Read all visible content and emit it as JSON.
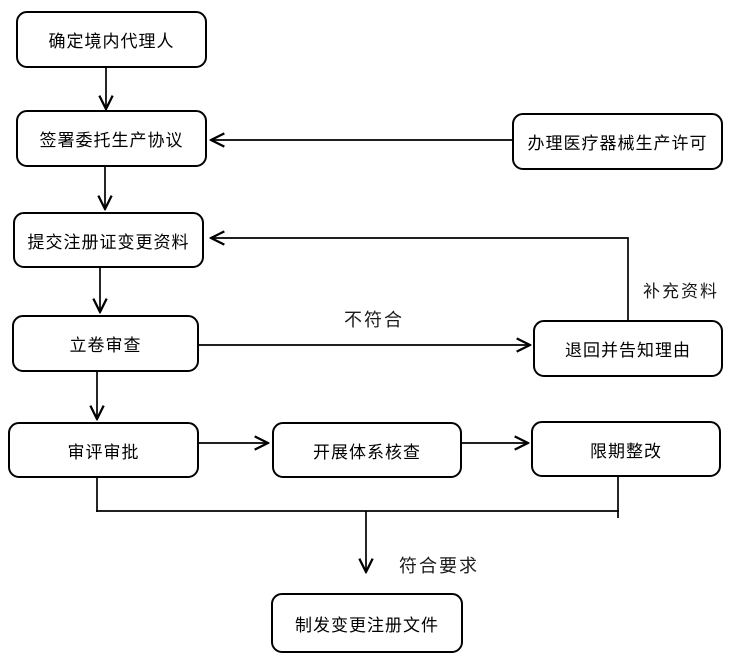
{
  "diagram": {
    "type": "flowchart",
    "background_color": "#ffffff",
    "line_color": "#000000",
    "box_border_color": "#000000",
    "box_fill_color": "#ffffff",
    "nodes": [
      {
        "id": "determine-agent",
        "label": "确定境内代理人"
      },
      {
        "id": "sign-agreement",
        "label": "签署委托生产协议"
      },
      {
        "id": "production-license",
        "label": "办理医疗器械生产许可"
      },
      {
        "id": "submit-materials",
        "label": "提交注册证变更资料"
      },
      {
        "id": "filing-review",
        "label": "立卷审查"
      },
      {
        "id": "return-notify",
        "label": "退回并告知理由"
      },
      {
        "id": "review-approval",
        "label": "审评审批"
      },
      {
        "id": "system-inspection",
        "label": "开展体系核查"
      },
      {
        "id": "rectification",
        "label": "限期整改"
      },
      {
        "id": "issue-documents",
        "label": "制发变更注册文件"
      }
    ],
    "edge_labels": {
      "not_conform": "不符合",
      "supplement": "补充资料",
      "conform": "符合要求"
    },
    "edges": [
      {
        "from": "determine-agent",
        "to": "sign-agreement",
        "label": ""
      },
      {
        "from": "production-license",
        "to": "sign-agreement",
        "label": ""
      },
      {
        "from": "sign-agreement",
        "to": "submit-materials",
        "label": ""
      },
      {
        "from": "submit-materials",
        "to": "filing-review",
        "label": ""
      },
      {
        "from": "filing-review",
        "to": "return-notify",
        "label": "不符合"
      },
      {
        "from": "return-notify",
        "to": "submit-materials",
        "label": "补充资料"
      },
      {
        "from": "filing-review",
        "to": "review-approval",
        "label": ""
      },
      {
        "from": "review-approval",
        "to": "system-inspection",
        "label": ""
      },
      {
        "from": "system-inspection",
        "to": "rectification",
        "label": ""
      },
      {
        "from": "review-approval",
        "to": "issue-documents",
        "label": "符合要求"
      },
      {
        "from": "rectification",
        "to": "issue-documents",
        "label": "符合要求"
      }
    ]
  }
}
